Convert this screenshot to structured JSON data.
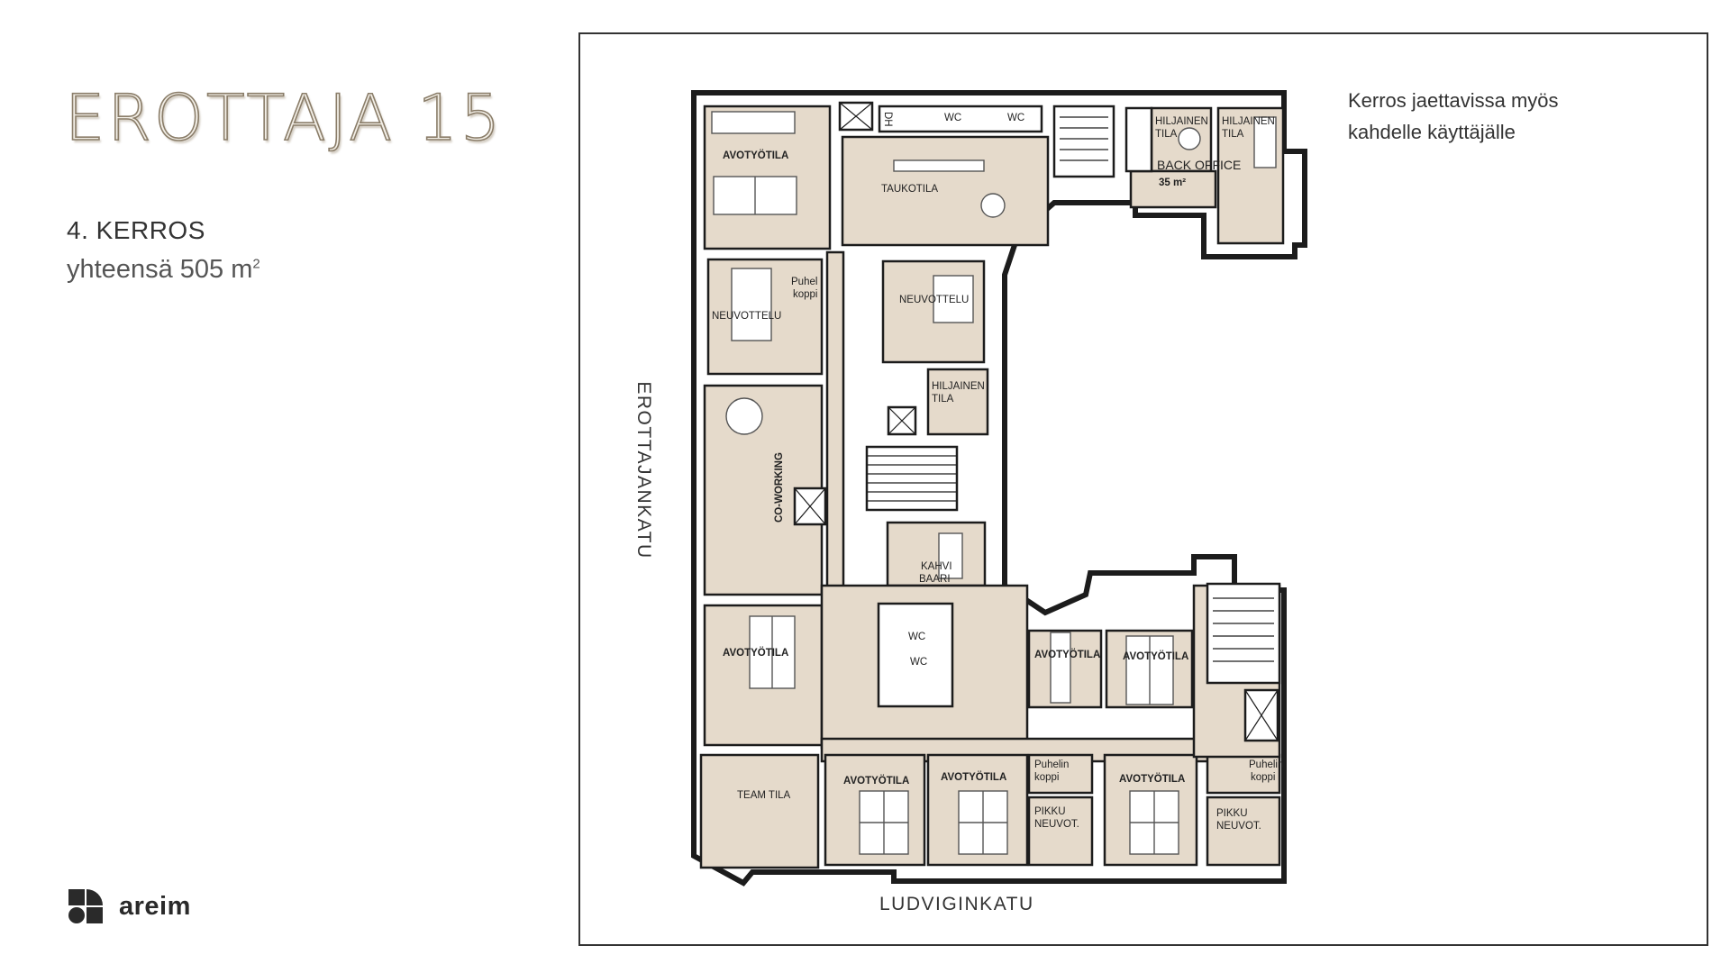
{
  "header": {
    "logo_text": "EROTTAJA 15",
    "floor": "4. KERROS",
    "area_text": "yhteensä 505 m",
    "area_sup": "2"
  },
  "brand": {
    "name": "areim"
  },
  "note": {
    "line1": "Kerros jaettavissa myös",
    "line2": "kahdelle käyttäjälle"
  },
  "streets": {
    "side": "EROTTAJANKATU",
    "bottom": "LUDVIGINKATU"
  },
  "rooms": {
    "avotyotila_label": "AVOTYÖTILA",
    "taukotila": "TAUKOTILA",
    "neuvottelu": "NEUVOTTELU",
    "hiljainen": "HILJAINEN",
    "tila": "TILA",
    "back_office": "BACK OFFICE",
    "back_office_area": "35 m²",
    "co_working": "CO-WORKING",
    "kahvi": "KAHVI",
    "baari": "BAARI",
    "wc": "WC",
    "puhelin": "Puhelin",
    "puhelin_short": "Puhel",
    "koppi": "koppi",
    "team_tila": "TEAM TILA",
    "pikku": "PIKKU",
    "neuvot": "NEUVOT.",
    "dh": "DH"
  },
  "colors": {
    "room_fill": "#e5dacb",
    "wall": "#1c1c1c",
    "logo_stroke": "#8a7d69"
  }
}
